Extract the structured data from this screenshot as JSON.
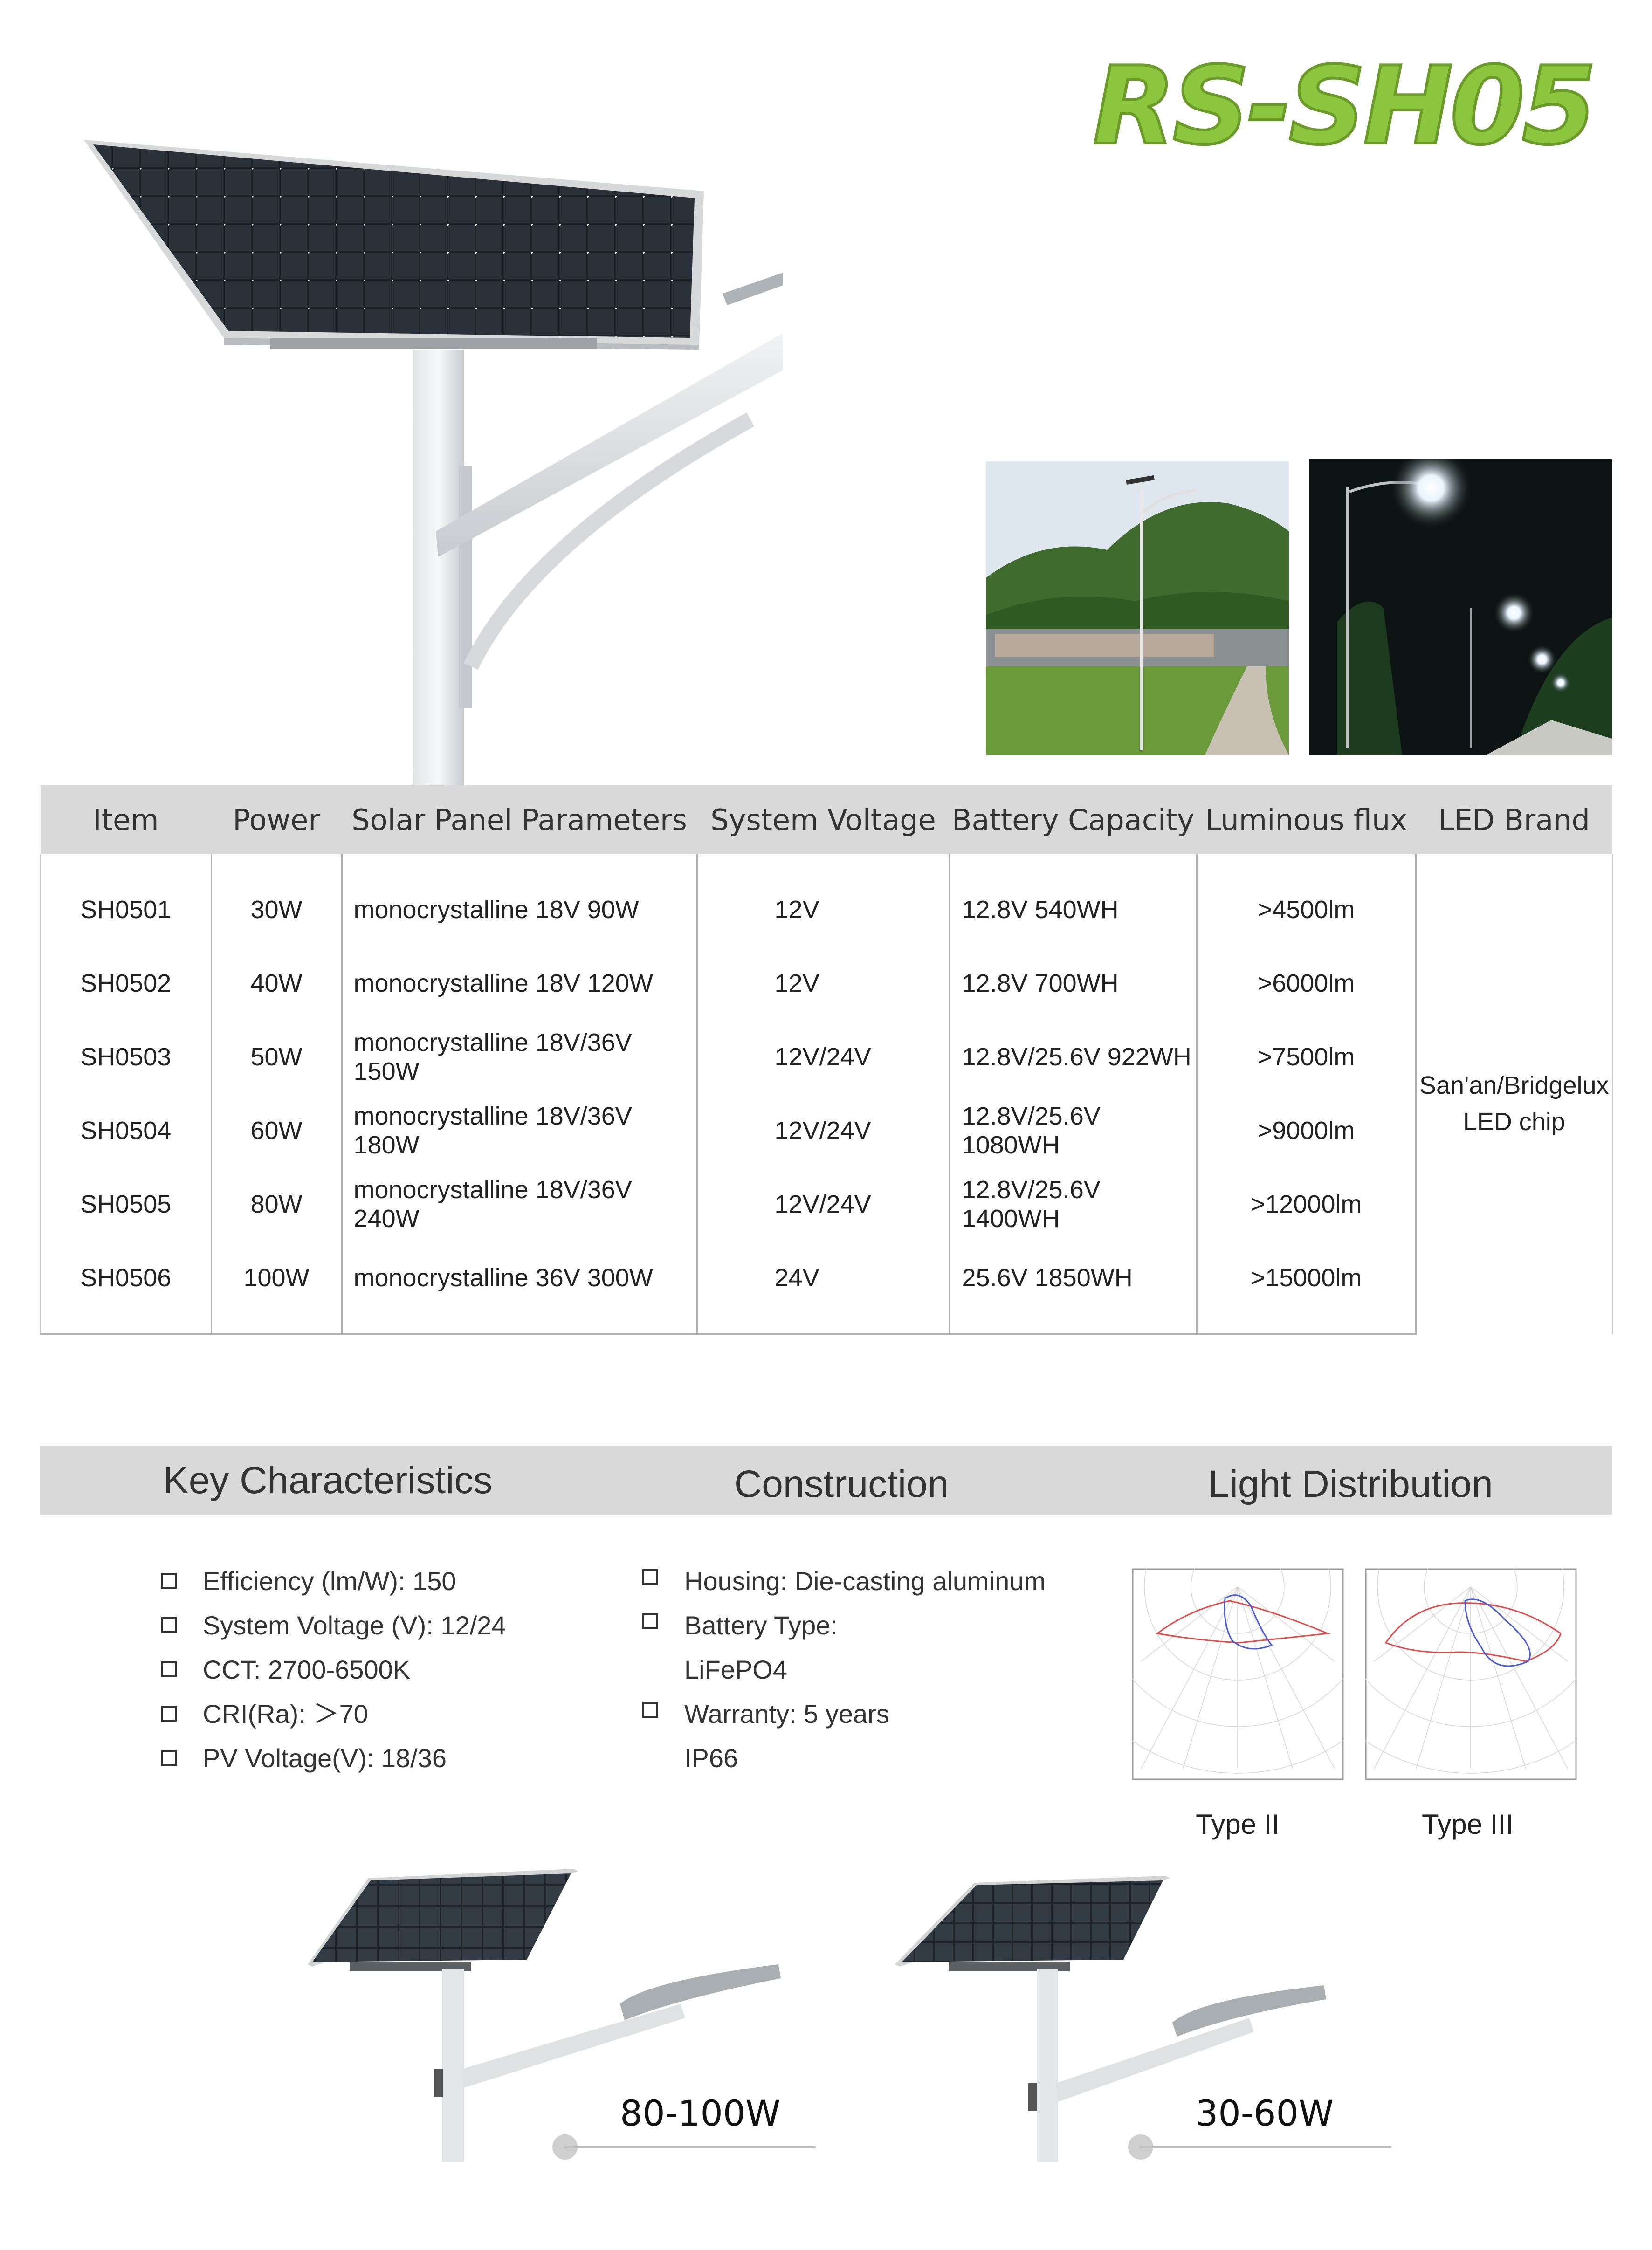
{
  "model": "RS-SH05",
  "colors": {
    "brand_green": "#8cc63f",
    "band_gray": "#d9d9d9"
  },
  "table": {
    "headers": [
      "Item",
      "Power",
      "Solar Panel Parameters",
      "System Voltage",
      "Battery Capacity",
      "Luminous flux",
      "LED Brand"
    ],
    "rows": [
      [
        "SH0501",
        "30W",
        "monocrystalline 18V 90W",
        "12V",
        "12.8V 540WH",
        ">4500lm"
      ],
      [
        "SH0502",
        "40W",
        "monocrystalline 18V 120W",
        "12V",
        "12.8V 700WH",
        ">6000lm"
      ],
      [
        "SH0503",
        "50W",
        "monocrystalline 18V/36V 150W",
        "12V/24V",
        "12.8V/25.6V 922WH",
        ">7500lm"
      ],
      [
        "SH0504",
        "60W",
        "monocrystalline 18V/36V 180W",
        "12V/24V",
        "12.8V/25.6V 1080WH",
        ">9000lm"
      ],
      [
        "SH0505",
        "80W",
        "monocrystalline 18V/36V 240W",
        "12V/24V",
        "12.8V/25.6V 1400WH",
        ">12000lm"
      ],
      [
        "SH0506",
        "100W",
        "monocrystalline 36V 300W",
        "24V",
        "25.6V 1850WH",
        ">15000lm"
      ]
    ],
    "led_brand": {
      "line1": "San'an/Bridgelux",
      "line2": "LED chip"
    }
  },
  "sections": {
    "key": "Key Characteristics",
    "construction": "Construction",
    "light": "Light Distribution"
  },
  "key_items": [
    "Efficiency (lm/W): 150",
    "System Voltage (V): 12/24",
    "CCT: 2700-6500K",
    "CRI(Ra): ＞70",
    "PV Voltage(V): 18/36"
  ],
  "construction_items": {
    "housing": "Housing: Die-casting aluminum",
    "battery": "Battery Type:",
    "battery_value": "LiFePO4",
    "warranty": "Warranty: 5 years",
    "ip": "IP66"
  },
  "distribution": {
    "type2": "Type II",
    "type3": "Type III"
  },
  "variants": {
    "large": "80-100W",
    "small": "30-60W"
  }
}
